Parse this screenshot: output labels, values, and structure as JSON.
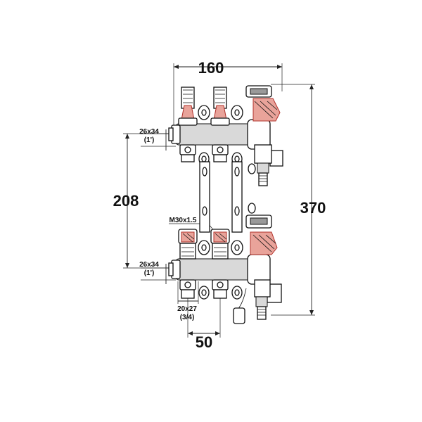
{
  "diagram": {
    "dimensions": {
      "total_width": "160",
      "total_height": "370",
      "bar_spacing": "208",
      "outlet_pitch": "50",
      "top_bar_thread": "26x34",
      "top_bar_thread_inch": "(1')",
      "bottom_bar_thread": "26x34",
      "bottom_bar_thread_inch": "(1')",
      "actuator_thread": "M30x1.5",
      "outlet_thread": "20x27",
      "outlet_thread_inch": "(3/4)"
    },
    "colors": {
      "line": "#111111",
      "shade": "#d9d9d9",
      "dark": "#9a9a9a",
      "accent_red": "#e9a39a"
    }
  }
}
